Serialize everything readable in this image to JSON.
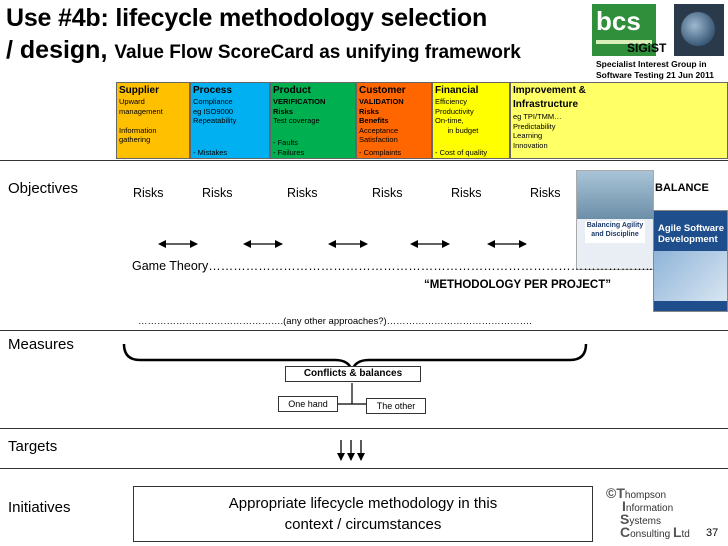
{
  "title": {
    "line1": "Use #4b: lifecycle methodology selection",
    "line2_main": "/ design,",
    "line2_sub": "Value Flow ScoreCard as unifying framework"
  },
  "logo": {
    "bcs": "bcs",
    "sigist": "SIGiST",
    "line1": "Specialist Interest Group in",
    "line2": "Software Testing  21 Jun 2011"
  },
  "columns": [
    {
      "header": "Supplier",
      "lines": [
        "Upward",
        "management",
        "",
        "Information",
        "gathering"
      ],
      "footer": ""
    },
    {
      "header": "Process",
      "lines": [
        "Compliance",
        "eg ISO9000",
        "Repeatability"
      ],
      "footer": "- Mistakes"
    },
    {
      "header": "Product",
      "lines": [
        "VERIFICATION",
        "Risks",
        "Test coverage"
      ],
      "footer": "- Faults\n- Failures"
    },
    {
      "header": "Customer",
      "lines": [
        "VALIDATION",
        "Risks",
        "Benefits",
        "Acceptance",
        "Satisfaction"
      ],
      "footer": "- Complaints"
    },
    {
      "header": "Financial",
      "lines": [
        "Efficiency",
        "Productivity",
        "On-time,",
        "      in budget"
      ],
      "footer": "- Cost of quality"
    },
    {
      "header": "Improvement &\nInfrastructure",
      "lines": [
        "eg TPI/TMM…",
        "Predictability",
        "Learning",
        "Innovation"
      ],
      "footer": ""
    }
  ],
  "rows": {
    "objectives": "Objectives",
    "measures": "Measures",
    "targets": "Targets",
    "initiatives": "Initiatives"
  },
  "risks": [
    "Risks",
    "Risks",
    "Risks",
    "Risks",
    "Risks",
    "Risks"
  ],
  "balance": "BALANCE",
  "book1": {
    "title": "Balancing Agility and Discipline"
  },
  "book2": {
    "title": "Agile Software Development"
  },
  "game_theory": "Game Theory……………………………………………………………………………………………..",
  "methodology_per_project": "“METHODOLOGY PER PROJECT”",
  "other_approaches": "……………………………………….(any other approaches?)……………………………………….",
  "conflicts": "Conflicts & balances",
  "one_hand": "One hand",
  "the_other": "The other",
  "initiative_box": {
    "line1": "Appropriate lifecycle methodology in this",
    "line2": "context / circumstances"
  },
  "copyright": {
    "c": "©",
    "t": "T",
    "t_rest": "hompson",
    "i": "I",
    "i_rest": "nformation",
    "s": "S",
    "s_rest": "ystems",
    "cc": "C",
    "cc_rest": "onsulting ",
    "l": "L",
    "l_rest": "td"
  },
  "page_number": "37",
  "colors": {
    "supplier": "#ffc000",
    "process": "#00b0f0",
    "product": "#00b050",
    "customer": "#ff6600",
    "financial": "#ffff00",
    "improvement": "#ffff66"
  }
}
